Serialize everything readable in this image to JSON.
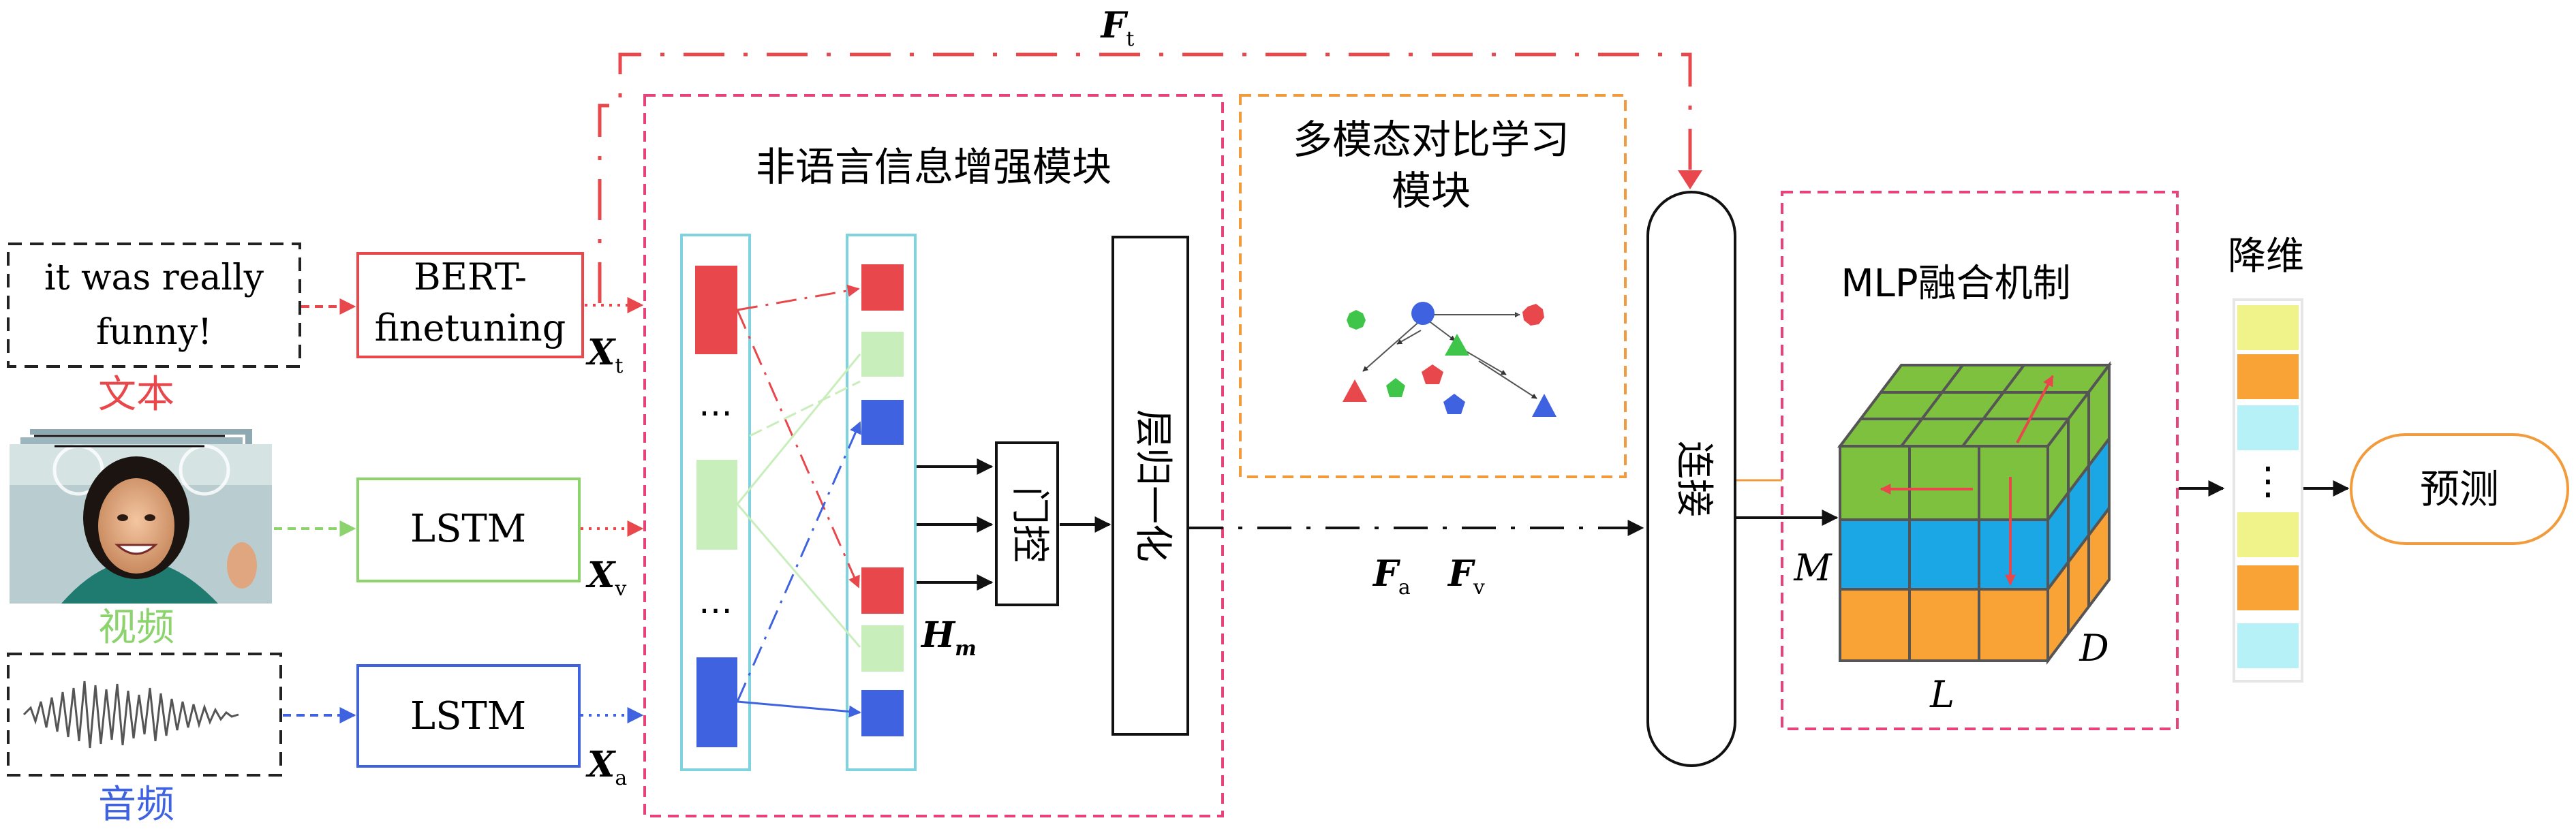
{
  "inputs": {
    "text_sample": [
      "it was really",
      "funny!"
    ],
    "text_label": "文本",
    "video_label": "视频",
    "audio_label": "音频"
  },
  "encoders": {
    "text": [
      "BERT-",
      "finetuning"
    ],
    "video": "LSTM",
    "audio": "LSTM"
  },
  "symbols": {
    "Ft_main": "F",
    "Ft_sub": "t",
    "Xt_main": "X",
    "Xt_sub": "t",
    "Xv_main": "X",
    "Xv_sub": "v",
    "Xa_main": "X",
    "Xa_sub": "a",
    "Hm_main": "H",
    "Hm_sub": "m",
    "Fa_main": "F",
    "Fa_sub": "a",
    "Fv_main": "F",
    "Fv_sub": "v",
    "M": "M",
    "L": "L",
    "D": "D"
  },
  "modules": {
    "nonverbal_title": "非语言信息增强模块",
    "contrastive_title": [
      "多模态对比学习",
      "模块"
    ],
    "gate": "门控",
    "layernorm": "层归一化",
    "concat": "连接",
    "mlp_title": "MLP融合机制",
    "dimred": "降维",
    "predict": "预测",
    "dots": "…",
    "vdots": "⋮"
  },
  "colors": {
    "text": "#e8474b",
    "video": "#8cd36e",
    "video_light": "#c8eebb",
    "audio": "#3f63e0",
    "pink_border": "#e8427d",
    "orange_border": "#f29b3c",
    "cyan": "#7fd3de",
    "cube_green": "#7ec13f",
    "cube_blue": "#1ba6e6",
    "cube_orange": "#f9a236"
  }
}
